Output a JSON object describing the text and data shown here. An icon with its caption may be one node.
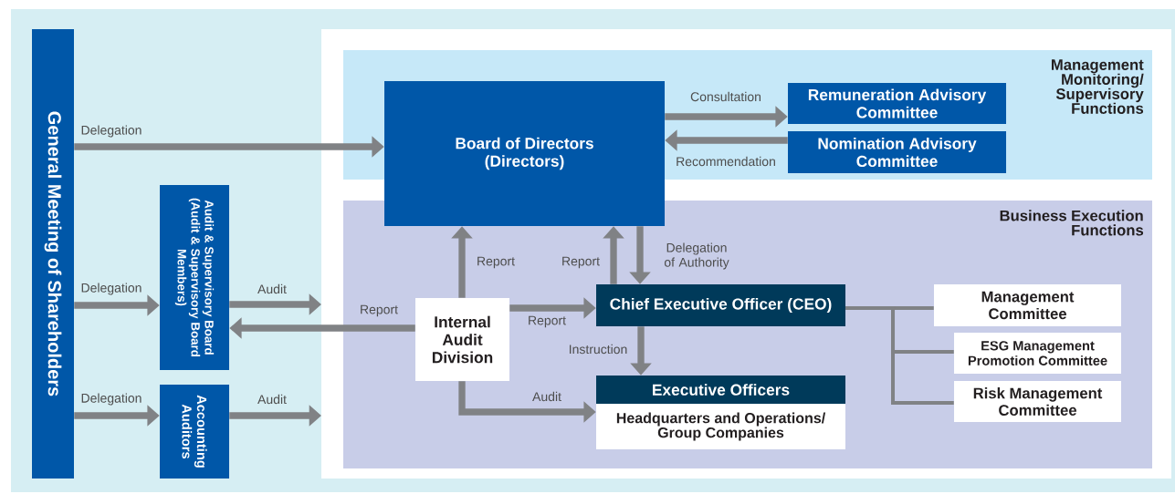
{
  "diagram": {
    "nodes": [
      {
        "text": [
          "General Meeting of Shareholders"
        ]
      },
      {
        "text": [
          "Management Monitoring/ Supervisory Functions"
        ]
      },
      {
        "text": [
          "Business Execution Functions"
        ]
      },
      {
        "text": [
          "Board of Directors (Directors)"
        ]
      },
      {
        "text": [
          "Remuneration Advisory Committee"
        ],
        "in": 1
      },
      {
        "text": [
          "Nomination Advisory Committee"
        ],
        "in": 1
      },
      {
        "text": [
          "Audit & Supervisory Board (Audit & Supervisory Board Members)"
        ]
      },
      {
        "text": [
          "Accounting Auditors"
        ]
      },
      {
        "text": [
          "Internal Audit Division"
        ],
        "in": 2
      },
      {
        "text": [
          "Chief Executive Officer (CEO)"
        ],
        "in": 2
      },
      {
        "text": [
          "Executive Officers",
          "Headquarters and Operations/ Group Companies"
        ],
        "in": 2
      },
      {
        "text": [
          "Management Committee"
        ],
        "in": 2
      },
      {
        "text": [
          "ESG Management Promotion Committee"
        ],
        "in": 2
      },
      {
        "text": [
          "Risk Management Committee"
        ],
        "in": 2
      }
    ],
    "edges": [
      {
        "from": 0,
        "to": 3,
        "arrow": "to",
        "label": "Delegation"
      },
      {
        "from": 0,
        "to": 6,
        "arrow": "to",
        "label": "Delegation"
      },
      {
        "from": 0,
        "to": 7,
        "arrow": "to",
        "label": "Delegation"
      },
      {
        "from": 6,
        "to": null,
        "arrow": "to",
        "label": "Audit"
      },
      {
        "from": 7,
        "to": null,
        "arrow": "to",
        "label": "Audit"
      },
      {
        "from": 8,
        "to": 6,
        "arrow": "to",
        "label": "Report"
      },
      {
        "from": 8,
        "to": 3,
        "arrow": "to",
        "label": "Report"
      },
      {
        "from": 8,
        "to": 9,
        "arrow": "to",
        "label": "Report"
      },
      {
        "from": 9,
        "to": 3,
        "arrow": "to",
        "label": "Report"
      },
      {
        "from": 3,
        "to": 9,
        "arrow": "to",
        "label": "Delegation of Authority"
      },
      {
        "from": 9,
        "to": 10,
        "arrow": "to",
        "label": "Instruction"
      },
      {
        "from": 8,
        "to": 10,
        "arrow": "to",
        "label": "Audit"
      },
      {
        "from": 3,
        "to": 4,
        "arrow": "to",
        "label": "Consultation"
      },
      {
        "from": 5,
        "to": 3,
        "arrow": "to",
        "label": "Recommendation"
      },
      {
        "from": 9,
        "to": 11,
        "arrow": "none"
      },
      {
        "from": 9,
        "to": 12,
        "arrow": "none"
      },
      {
        "from": 9,
        "to": 13,
        "arrow": "none"
      }
    ]
  }
}
